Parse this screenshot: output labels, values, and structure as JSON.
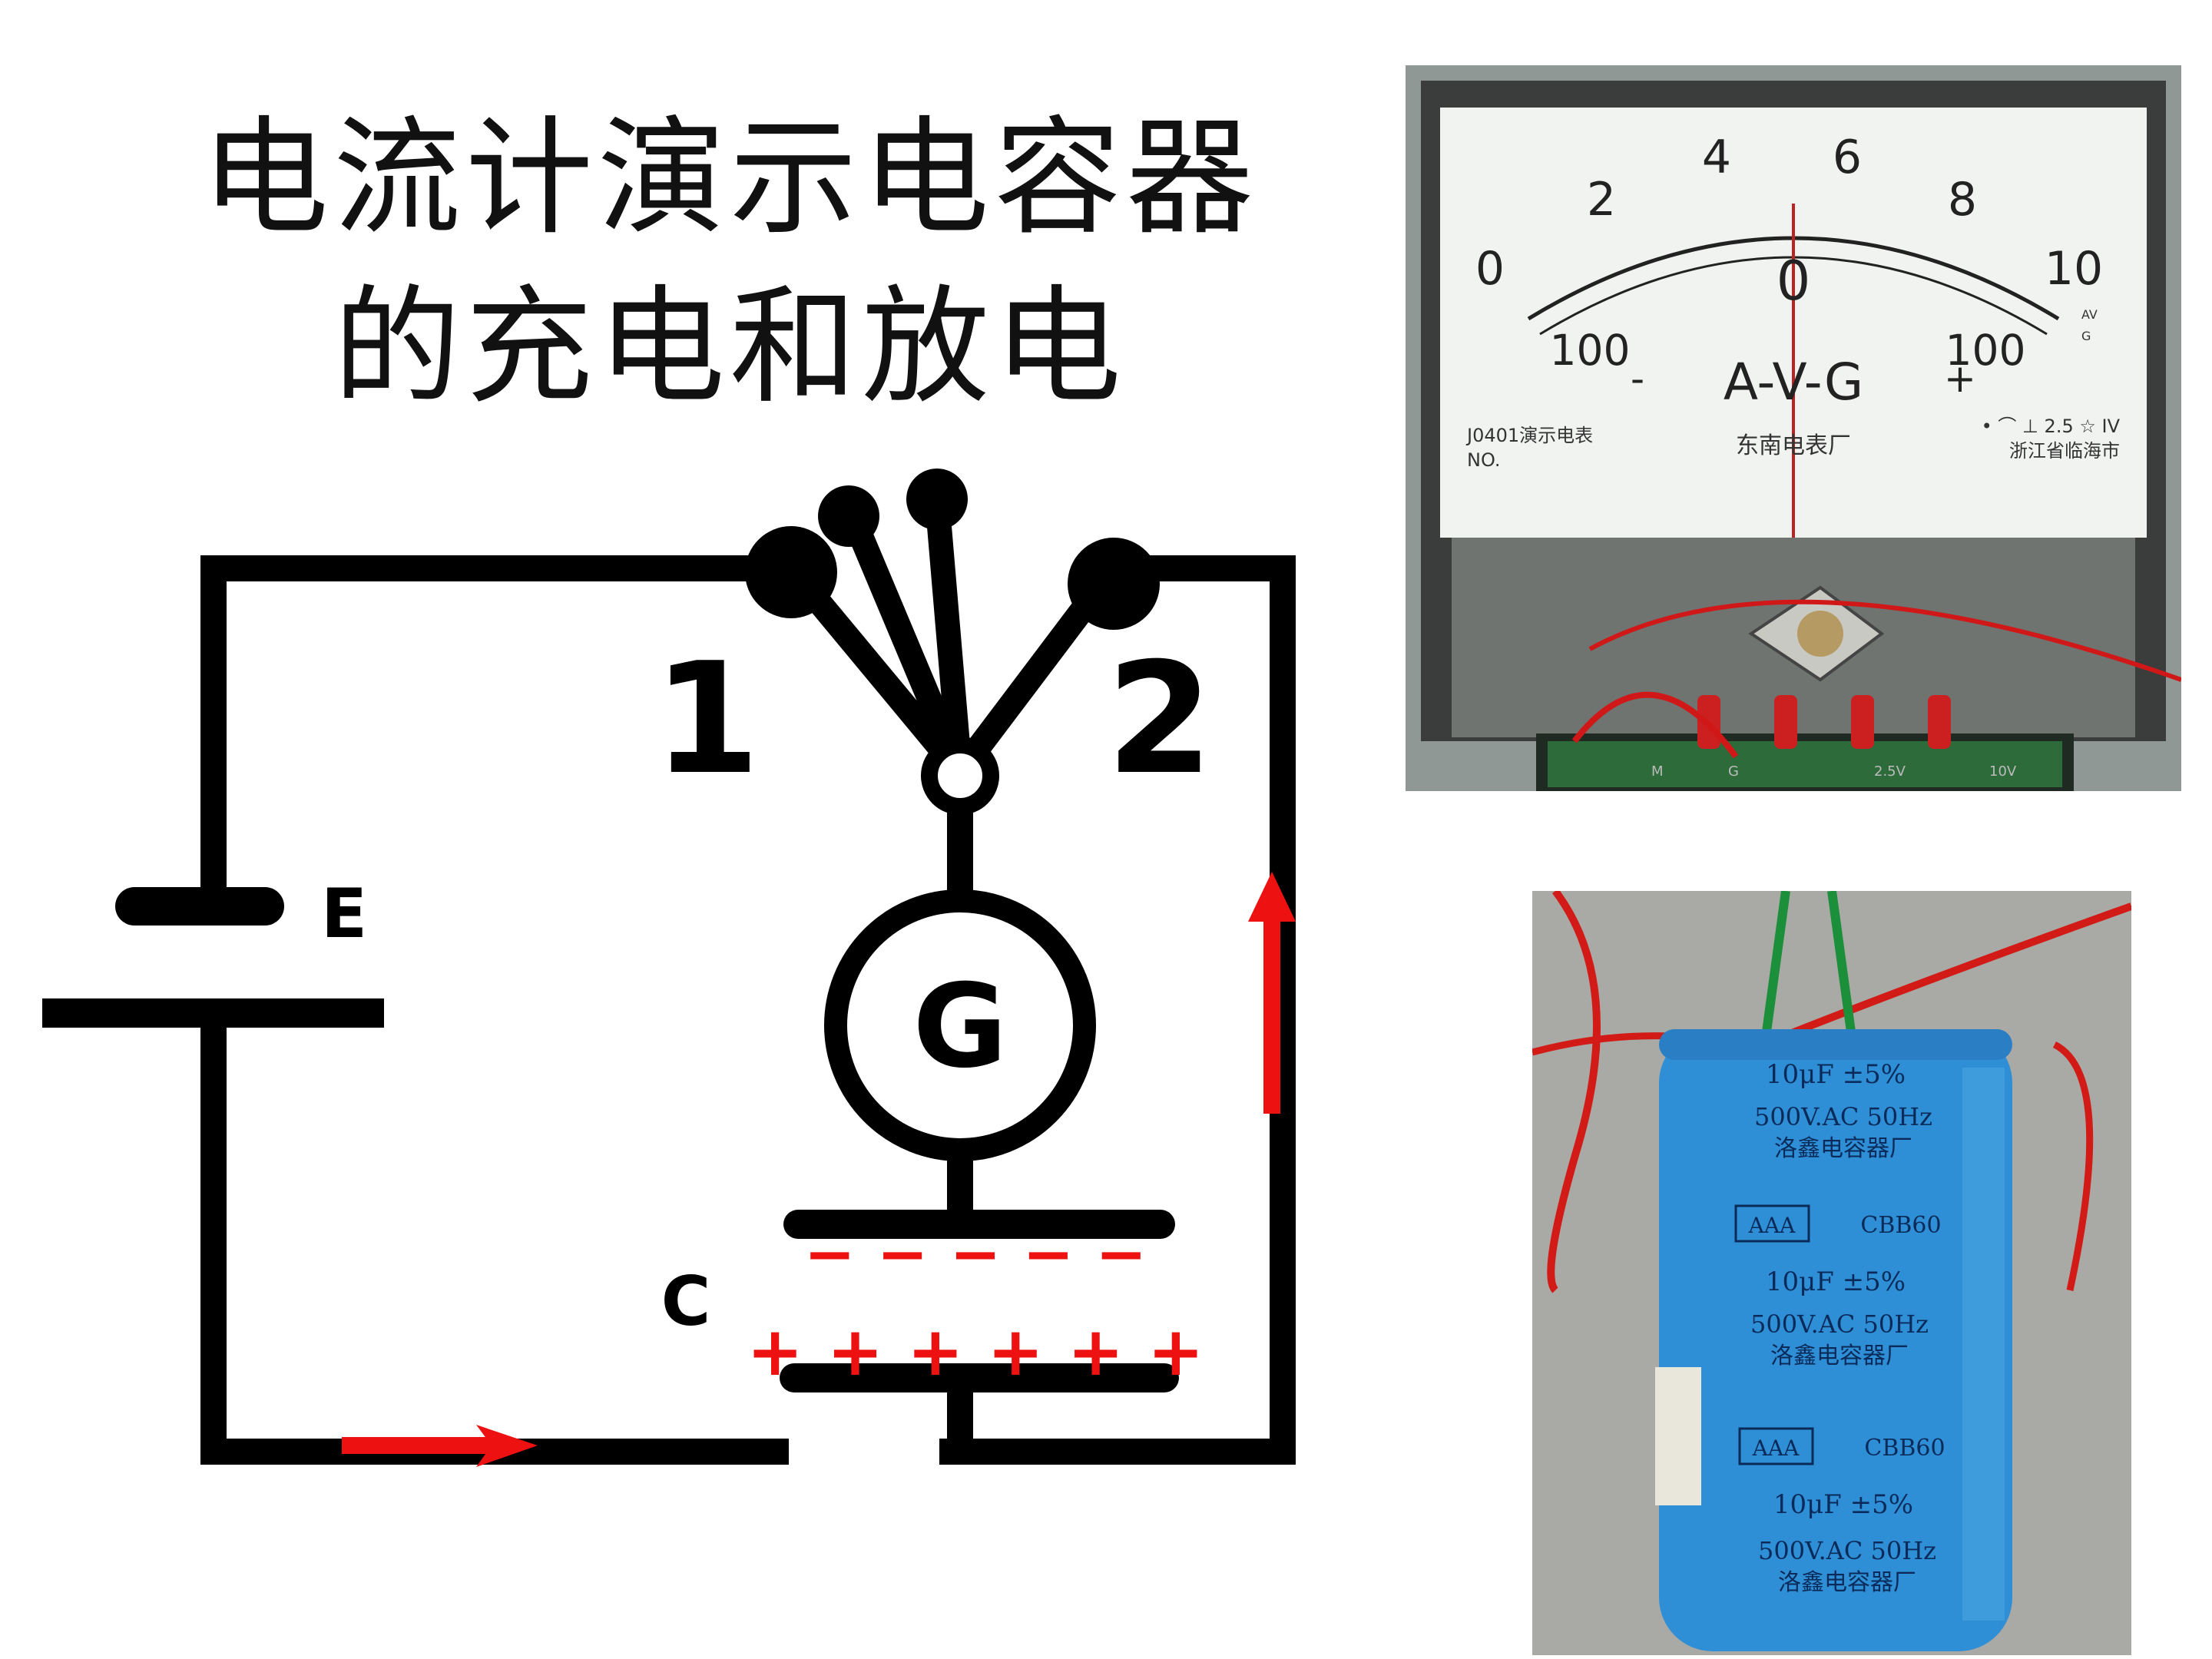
{
  "slide": {
    "title_line1": "电流计演示电容器",
    "title_line2": "的充电和放电"
  },
  "circuit": {
    "battery_label": "E",
    "switch_position_1": "1",
    "switch_position_2": "2",
    "galvanometer_label": "G",
    "capacitor_label": "C",
    "negative_charges": "− − − − −",
    "positive_charges": "+ + + + + +",
    "arrow_color": "#ee1111"
  },
  "meter_photo": {
    "scale_top": [
      "0",
      "2",
      "4",
      "6",
      "8",
      "10"
    ],
    "scale_bottom_left": "100",
    "scale_bottom_center": "0",
    "scale_bottom_right": "100",
    "sign_minus": "-",
    "sign_plus": "+",
    "unit_label": "A-V-G",
    "model": "J0401演示电表",
    "serial": "NO.",
    "maker": "东南电表厂",
    "spec": "• ⌒ ⊥ 2.5 ☆ IV",
    "location": "浙江省临海市",
    "range_marks": [
      "AV",
      "G"
    ],
    "terminal_labels": [
      "M",
      "G",
      "2.5V",
      "10V"
    ]
  },
  "capacitor_photo": {
    "label_block": [
      {
        "line1": "10μF ±5%",
        "line2": "500V.AC 50Hz",
        "line3": "洛鑫电容器厂"
      },
      {
        "brand": "AAA",
        "model": "CBB60",
        "line1": "10μF ±5%",
        "line2": "500V.AC 50Hz",
        "line3": "洛鑫电容器厂"
      },
      {
        "brand": "AAA",
        "model": "CBB60",
        "line1": "10μF ±5%",
        "line2": "500V.AC 50Hz",
        "line3": "洛鑫电容器厂"
      }
    ]
  }
}
